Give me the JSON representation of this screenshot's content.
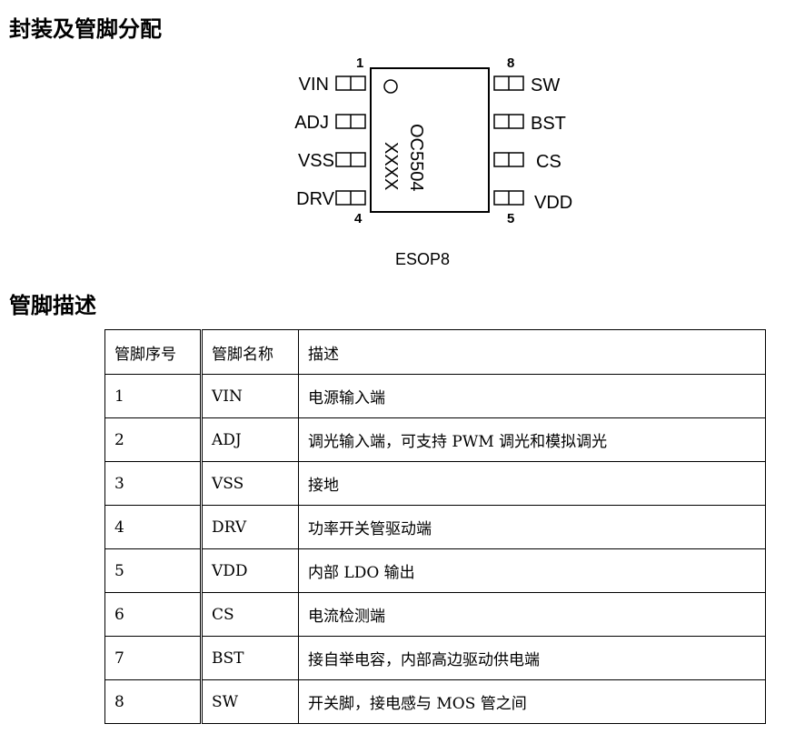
{
  "titles": {
    "pinout": "封装及管脚分配",
    "pin_description": "管脚描述"
  },
  "package": {
    "name": "ESOP8",
    "marking": [
      "OC5504",
      "XXXX"
    ],
    "left_pins": [
      {
        "number": "1",
        "label": "VIN"
      },
      {
        "number": "",
        "label": "ADJ"
      },
      {
        "number": "",
        "label": "VSS"
      },
      {
        "number": "4",
        "label": "DRV"
      }
    ],
    "right_pins": [
      {
        "number": "8",
        "label": "SW"
      },
      {
        "number": "",
        "label": "BST"
      },
      {
        "number": "",
        "label": "CS"
      },
      {
        "number": "5",
        "label": "VDD"
      }
    ]
  },
  "table": {
    "headers": [
      "管脚序号",
      "管脚名称",
      "描述"
    ],
    "rows": [
      [
        "1",
        "VIN",
        "电源输入端"
      ],
      [
        "2",
        "ADJ",
        "调光输入端，可支持 PWM 调光和模拟调光"
      ],
      [
        "3",
        "VSS",
        "接地"
      ],
      [
        "4",
        "DRV",
        "功率开关管驱动端"
      ],
      [
        "5",
        "VDD",
        "内部 LDO 输出"
      ],
      [
        "6",
        "CS",
        "电流检测端"
      ],
      [
        "7",
        "BST",
        "接自举电容，内部高边驱动供电端"
      ],
      [
        "8",
        "SW",
        "开关脚，接电感与 MOS 管之间"
      ]
    ]
  }
}
